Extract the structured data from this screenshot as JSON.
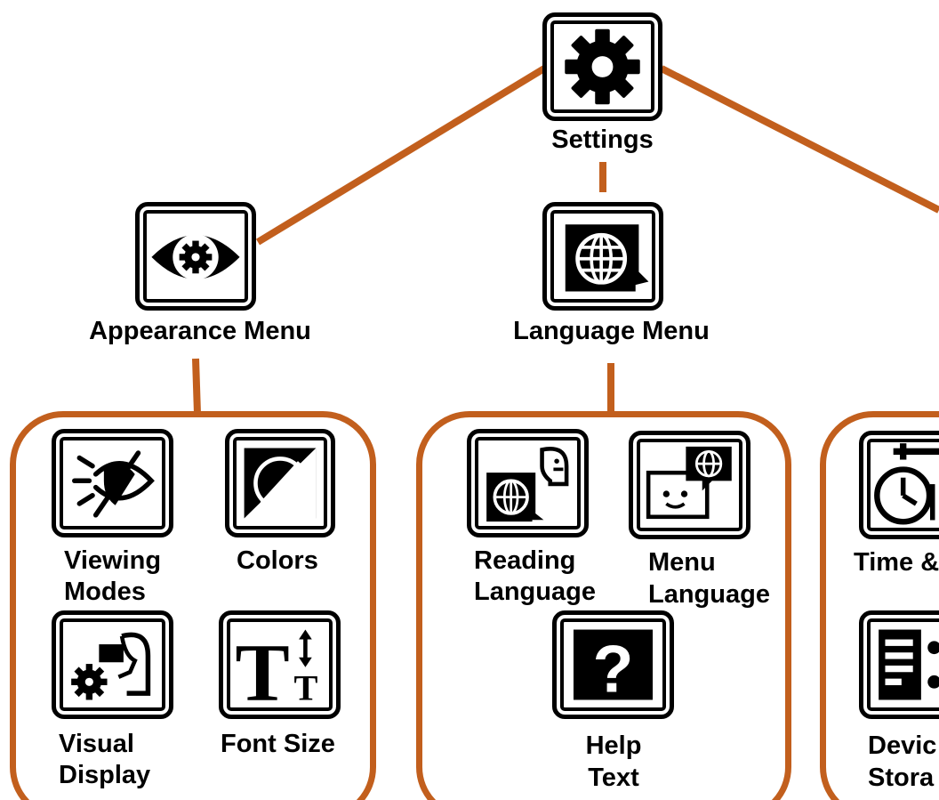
{
  "colors": {
    "accent": "#c25f1d",
    "ink": "#000000",
    "background": "#ffffff"
  },
  "root": {
    "label": "Settings",
    "icon": "gear-icon"
  },
  "menus": [
    {
      "label": "Appearance Menu",
      "icon": "eye-gear-icon",
      "items": [
        {
          "label_line1": "Viewing",
          "label_line2": "Modes",
          "icon": "viewing-modes-icon"
        },
        {
          "label_line1": "Colors",
          "label_line2": "",
          "icon": "contrast-icon"
        },
        {
          "label_line1": "Visual",
          "label_line2": "Display",
          "icon": "visual-display-icon"
        },
        {
          "label_line1": "Font Size",
          "label_line2": "",
          "icon": "font-size-icon"
        }
      ]
    },
    {
      "label": "Language Menu",
      "icon": "globe-chat-icon",
      "items": [
        {
          "label_line1": "Reading",
          "label_line2": "Language",
          "icon": "reading-language-icon"
        },
        {
          "label_line1": "Menu",
          "label_line2": "Language",
          "icon": "menu-language-icon"
        },
        {
          "label_line1": "Help",
          "label_line2": "Text",
          "icon": "help-question-icon"
        }
      ]
    },
    {
      "label": "",
      "icon": "",
      "items": [
        {
          "label_line1": "Time &",
          "label_line2": "",
          "icon": "time-clock-icon"
        },
        {
          "label_line1": "Devic",
          "label_line2": "Stora",
          "icon": "device-storage-icon"
        }
      ]
    }
  ]
}
